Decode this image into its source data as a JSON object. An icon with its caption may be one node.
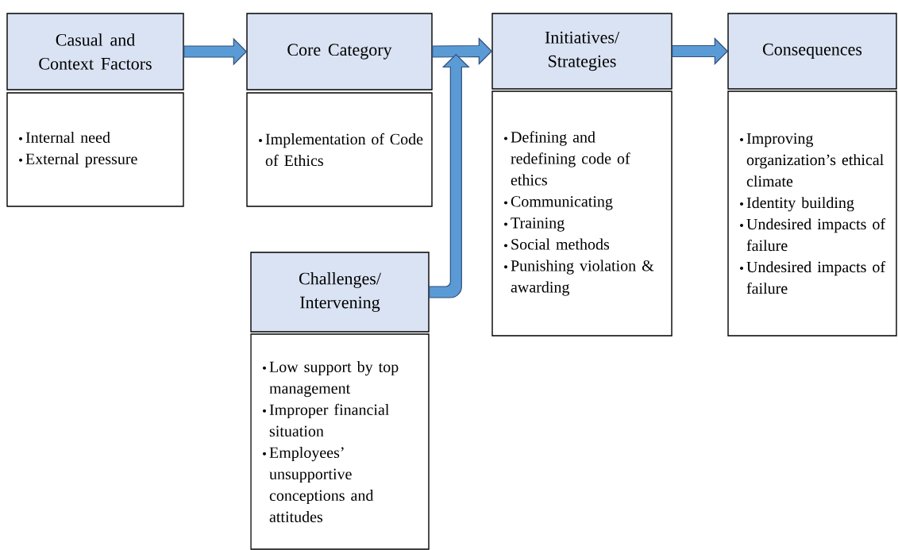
{
  "diagram": {
    "nodes": [
      {
        "text": [
          "Casual and Context Factors"
        ]
      },
      {
        "text": [
          "Internal need",
          "External pressure"
        ]
      },
      {
        "text": [
          "Core Category"
        ]
      },
      {
        "text": [
          "Implementation of Code of Ethics"
        ]
      },
      {
        "text": [
          "Initiatives/ Strategies"
        ]
      },
      {
        "text": [
          "Defining and redefining code of ethics",
          "Communicating",
          "Training",
          "Social methods",
          "Punishing violation & awarding"
        ]
      },
      {
        "text": [
          "Consequences"
        ]
      },
      {
        "text": [
          "Improving organization’s ethical climate",
          "Identity building",
          "Undesired impacts of failure",
          "Undesired impacts of failure"
        ]
      },
      {
        "text": [
          "Challenges/ Intervening"
        ]
      },
      {
        "text": [
          "Low support by top management",
          "Improper financial situation",
          "Employees’ unsupportive conceptions and attitudes"
        ]
      }
    ],
    "edges": [
      {
        "from": 0,
        "to": 2,
        "arrow": "to"
      },
      {
        "from": 2,
        "to": 4,
        "arrow": "to"
      },
      {
        "from": 4,
        "to": 6,
        "arrow": "to"
      },
      {
        "from": 8,
        "to": 4,
        "arrow": "to"
      }
    ]
  }
}
